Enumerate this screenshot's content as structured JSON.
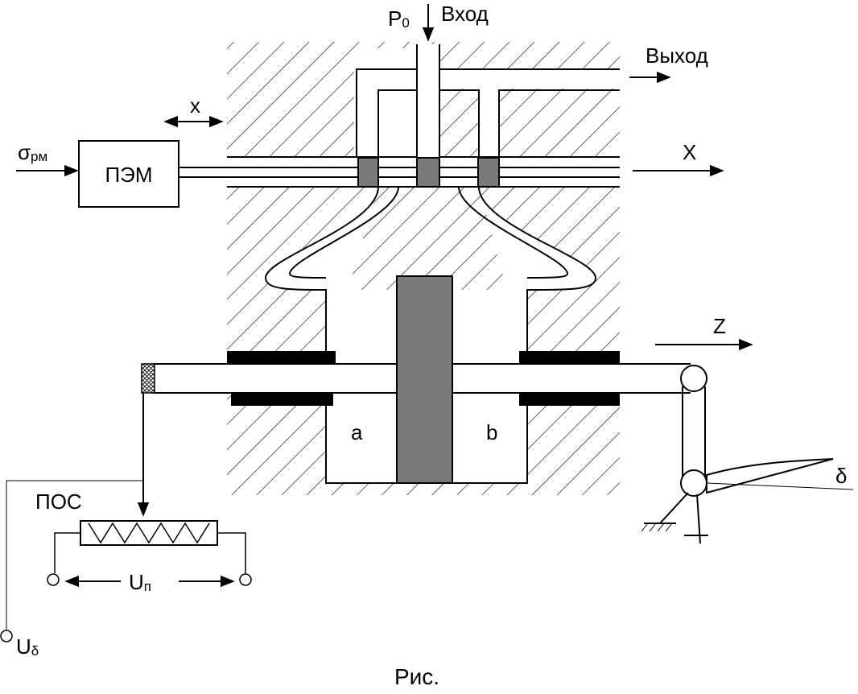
{
  "diagram": {
    "labels": {
      "p0_main": "P",
      "p0_sub": "0",
      "input": "Вход",
      "output": "Выход",
      "x_small": "x",
      "x_big": "X",
      "sigma_main": "σ",
      "sigma_sub": "рм",
      "pem": "ПЭМ",
      "z": "Z",
      "chamber_a": "a",
      "chamber_b": "b",
      "pos": "ПОС",
      "u_p_main": "U",
      "u_p_sub": "п",
      "u_delta_main": "U",
      "u_delta_sub": "δ",
      "delta": "δ"
    },
    "caption": "Рис."
  }
}
